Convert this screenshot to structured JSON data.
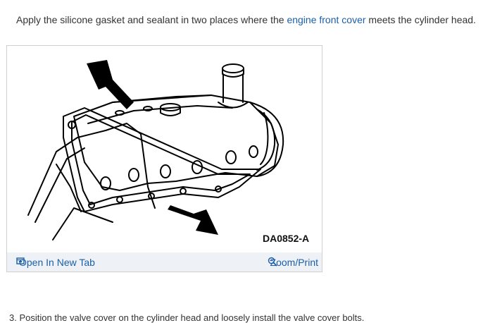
{
  "intro": {
    "before_link": "Apply the silicone gasket and sealant in two places where the ",
    "link_text": "engine front cover",
    "after_link": " meets the cylinder head."
  },
  "figure": {
    "caption": "DA0852-A",
    "open_tab_label": "Open In New Tab",
    "zoom_label": "Zoom/Print",
    "open_icon": "new-tab-icon",
    "zoom_icon": "magnifier-icon"
  },
  "step": {
    "text": "3. Position the valve cover on the cylinder head and loosely install the valve cover bolts."
  },
  "colors": {
    "link": "#1a5fa8",
    "toolbar_bg": "#eef1f6",
    "text": "#333333"
  }
}
